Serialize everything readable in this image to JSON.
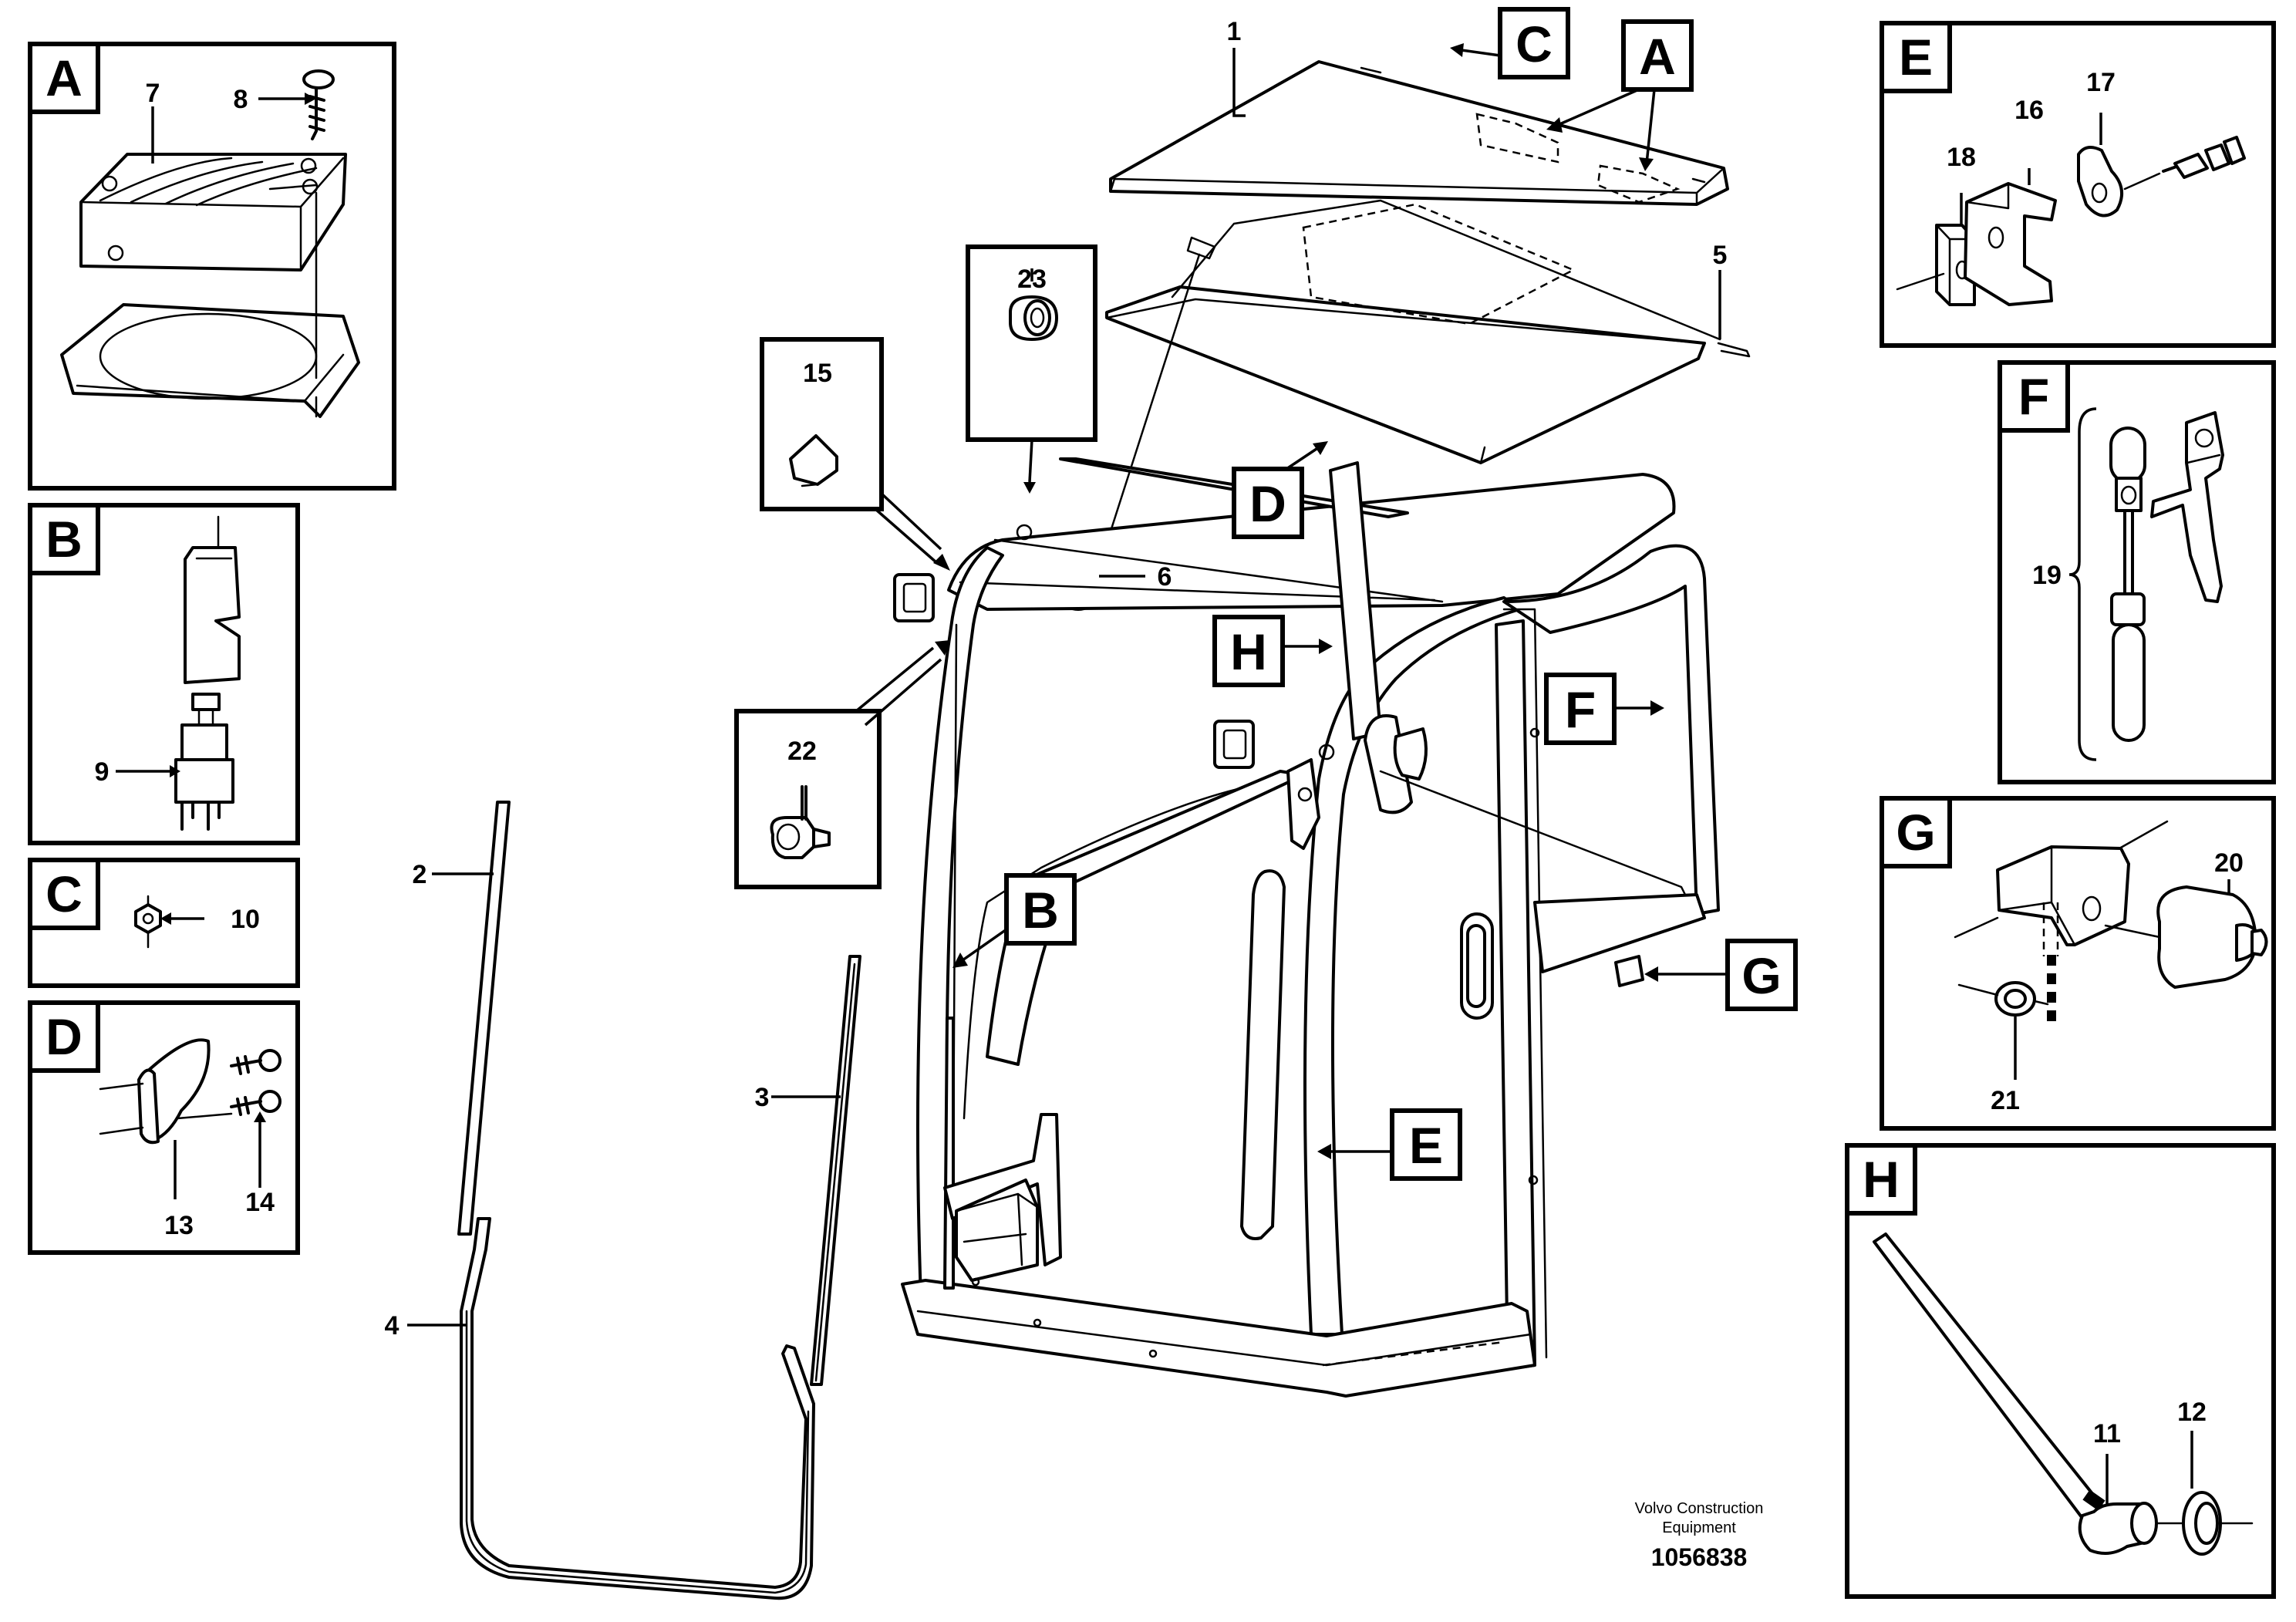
{
  "detail_panels": [
    {
      "letter": "A",
      "labels": [
        "7",
        "8"
      ]
    },
    {
      "letter": "B",
      "labels": [
        "9"
      ]
    },
    {
      "letter": "C",
      "labels": [
        "10"
      ]
    },
    {
      "letter": "D",
      "labels": [
        "13",
        "14"
      ]
    },
    {
      "letter": "E",
      "labels": [
        "16",
        "17",
        "18"
      ]
    },
    {
      "letter": "F",
      "labels": [
        "19"
      ]
    },
    {
      "letter": "G",
      "labels": [
        "20",
        "21"
      ]
    },
    {
      "letter": "H",
      "labels": [
        "11",
        "12"
      ]
    }
  ],
  "main_callouts": {
    "letters": [
      "C",
      "A",
      "D",
      "H",
      "F",
      "B",
      "G",
      "E"
    ],
    "numbers": [
      "1",
      "5",
      "6",
      "2",
      "3",
      "4"
    ],
    "inset_numbers": [
      "23",
      "15",
      "22"
    ]
  },
  "footer": {
    "brand_line1": "Volvo Construction",
    "brand_line2": "Equipment",
    "drawing_id": "1056838"
  }
}
